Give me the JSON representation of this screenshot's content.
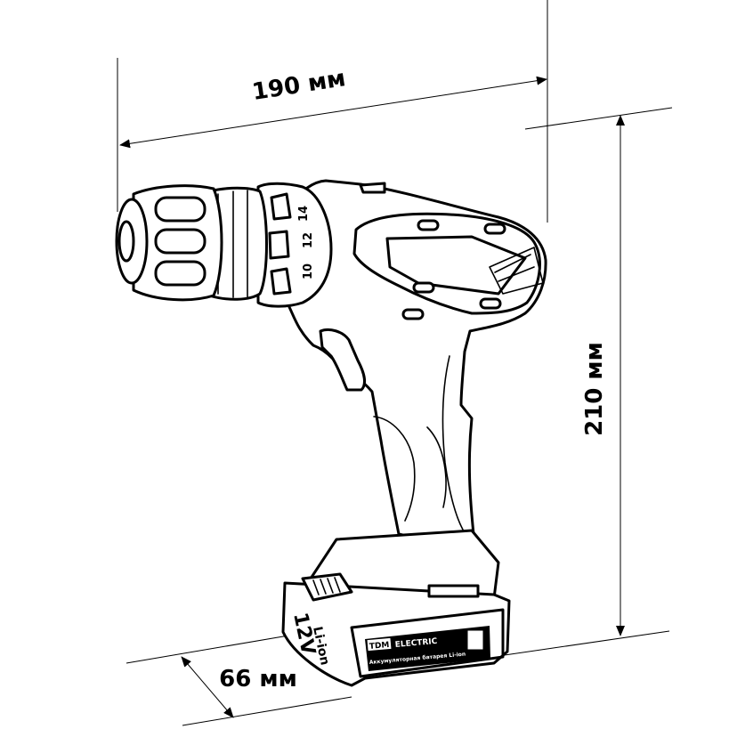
{
  "dimensions": {
    "width_label": "190 мм",
    "height_label": "210 мм",
    "depth_label": "66 мм"
  },
  "chuck_scale": [
    "14",
    "12",
    "10"
  ],
  "battery": {
    "voltage": "12V",
    "type": "Li-ion",
    "brand": "TDM",
    "brand_suffix": "ELECTRIC",
    "caption": "Аккумуляторная батарея Li-ion"
  },
  "colors": {
    "line": "#000000",
    "background": "#ffffff"
  }
}
